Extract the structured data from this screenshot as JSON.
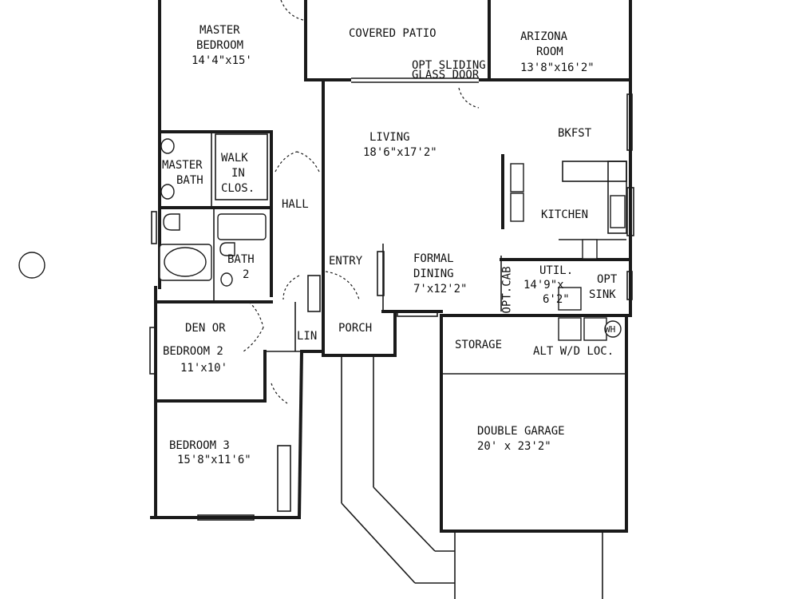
{
  "rooms": {
    "master_bedroom": {
      "name": "MASTER",
      "name2": "BEDROOM",
      "dims": "14'4\"x15'"
    },
    "covered_patio": {
      "name": "COVERED PATIO"
    },
    "arizona_room": {
      "name": "ARIZONA",
      "name2": "ROOM",
      "dims": "13'8\"x16'2\""
    },
    "opt_sliding": {
      "line1": "OPT SLIDING",
      "line2": "GLASS DOOR"
    },
    "living": {
      "name": "LIVING",
      "dims": "18'6\"x17'2\""
    },
    "bkfst": {
      "name": "BKFST"
    },
    "master_bath": {
      "name": "MASTER",
      "name2": "BATH"
    },
    "walk_in_clos": {
      "line1": "WALK",
      "line2": "IN",
      "line3": "CLOS."
    },
    "hall": {
      "name": "HALL"
    },
    "kitchen": {
      "name": "KITCHEN"
    },
    "bath2": {
      "name": "BATH",
      "name2": "2"
    },
    "entry": {
      "name": "ENTRY"
    },
    "formal_dining": {
      "name": "FORMAL",
      "name2": "DINING",
      "dims": "7'x12'2\""
    },
    "opt_cab": {
      "name": "OPT.CAB"
    },
    "util": {
      "name": "UTIL.",
      "dims1": "14'9\"x",
      "dims2": "6'2\""
    },
    "opt_sink": {
      "line1": "OPT",
      "line2": "SINK"
    },
    "den": {
      "name": "DEN OR",
      "name2": "BEDROOM 2",
      "dims": "11'x10'"
    },
    "lin": {
      "name": "LIN"
    },
    "porch": {
      "name": "PORCH"
    },
    "storage": {
      "name": "STORAGE"
    },
    "alt_wd": {
      "name": "ALT W/D LOC."
    },
    "wh": {
      "name": "WH"
    },
    "bedroom3": {
      "name": "BEDROOM 3",
      "dims": "15'8\"x11'6\""
    },
    "garage": {
      "name": "DOUBLE GARAGE",
      "dims": "20' x 23'2\""
    }
  }
}
